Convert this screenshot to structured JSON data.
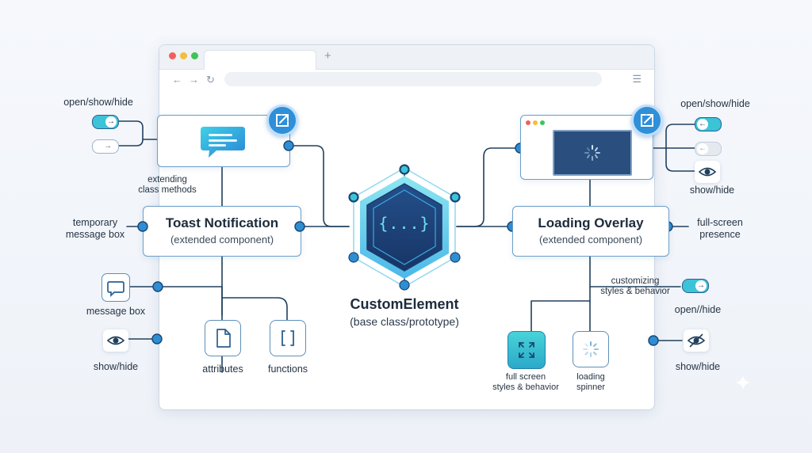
{
  "center": {
    "title": "CustomElement",
    "subtitle": "(base class/prototype)",
    "symbol": "{...}"
  },
  "left_component": {
    "title": "Toast Notification",
    "subtitle": "(extended component)",
    "labels": {
      "open_show_hide": "open/show/hide",
      "extending_line1": "extending",
      "extending_line2": "class methods",
      "temporary_line1": "temporary",
      "temporary_line2": "message box",
      "message_box": "message box",
      "show_hide": "show/hide",
      "attributes": "attributes",
      "functions": "functions"
    },
    "icons": [
      "chat-bubble-icon",
      "external-link-icon",
      "toggle-on-icon",
      "toggle-off-icon",
      "message-icon",
      "eye-icon",
      "document-icon",
      "brackets-icon"
    ]
  },
  "right_component": {
    "title": "Loading Overlay",
    "subtitle": "(extended component)",
    "labels": {
      "open_show_hide": "open/show/hide",
      "show_hide_top": "show/hide",
      "fullscreen_line1": "full-screen",
      "fullscreen_line2": "presence",
      "customizing_line1": "customizing",
      "customizing_line2": "styles & behavior",
      "open_hide": "open//hide",
      "show_hide_bottom": "show/hide",
      "full_screen_line1": "full screen",
      "full_screen_line2": "styles & behavior",
      "loading_line1": "loading",
      "loading_line2": "spinner"
    },
    "icons": [
      "spinner-icon",
      "external-link-icon",
      "toggle-left-icon",
      "eye-icon",
      "eye-slash-icon",
      "expand-icon"
    ]
  },
  "colors": {
    "accent": "#2f8fd8",
    "line": "#21405e",
    "node_dot": "#2d8ed3",
    "hex_dark": "#1b3f73",
    "teal": "#3cc3d8"
  }
}
